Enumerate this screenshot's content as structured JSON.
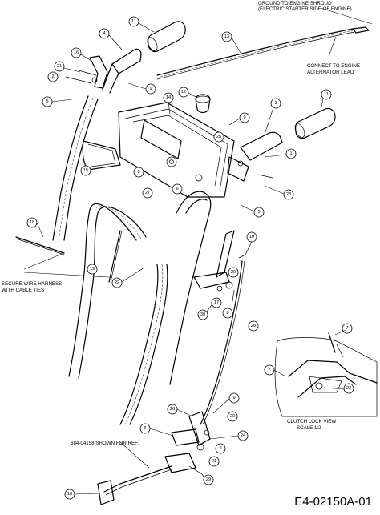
{
  "notes": {
    "ground_line1": "GROUND TO ENGINE SHROUD",
    "ground_line2": "(ELECTRIC STARTER SIDE OF ENGINE)",
    "connect_line1": "CONNECT TO ENGINE",
    "connect_line2": "ALTERNATOR LEAD",
    "secure_line1": "SECURE WIRE HARNESS",
    "secure_line2": "WITH CABLE TIES",
    "shown_for_ref": "684-04158 SHOWN FOR REF.",
    "clutch_line1": "CLUTCH LOCK VIEW",
    "clutch_line2": "SCALE 1:2"
  },
  "page_id": "E4-02150A-01",
  "callouts": [
    "11",
    "13",
    "4",
    "16",
    "21",
    "2",
    "9",
    "5",
    "14",
    "12",
    "3",
    "11",
    "9",
    "1",
    "25",
    "8",
    "15",
    "6",
    "27",
    "23",
    "5",
    "18",
    "10",
    "19",
    "22",
    "20",
    "17",
    "8",
    "30",
    "28",
    "7",
    "7",
    "23",
    "9",
    "26",
    "6",
    "20",
    "9",
    "24",
    "21",
    "29",
    "18"
  ]
}
